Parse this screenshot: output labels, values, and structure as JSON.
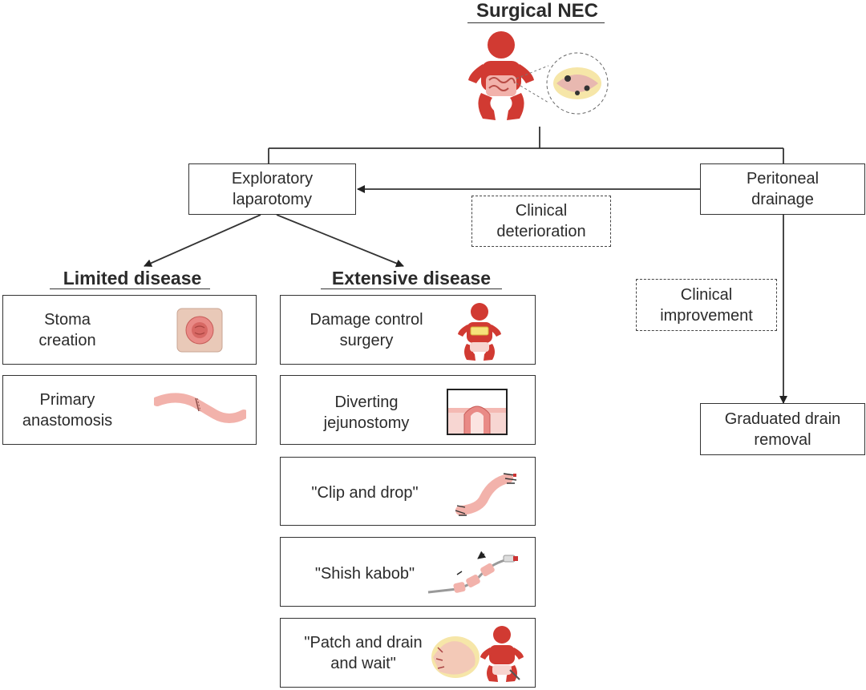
{
  "title": "Surgical NEC",
  "nodes": {
    "exploratory": "Exploratory\nlaparotomy",
    "peritoneal": "Peritoneal\ndrainage",
    "clinical_deterioration": "Clinical\ndeterioration",
    "clinical_improvement": "Clinical\nimprovement",
    "graduated": "Graduated drain\nremoval"
  },
  "limited": {
    "heading": "Limited disease",
    "items": [
      {
        "label": "Stoma\ncreation",
        "icon": "stoma-icon"
      },
      {
        "label": "Primary\nanastomosis",
        "icon": "intestine-segment-icon"
      }
    ]
  },
  "extensive": {
    "heading": "Extensive disease",
    "items": [
      {
        "label": "Damage control\nsurgery",
        "icon": "infant-abdomen-icon"
      },
      {
        "label": "Diverting\njejunostomy",
        "icon": "jejunostomy-icon"
      },
      {
        "label": "\"Clip and drop\"",
        "icon": "clipped-bowel-icon"
      },
      {
        "label": "\"Shish kabob\"",
        "icon": "bowel-on-catheter-icon"
      },
      {
        "label": "\"Patch and drain\nand wait\"",
        "icon": "patch-drain-icon"
      }
    ]
  },
  "colors": {
    "infant_red": "#d13a32",
    "intestine_pink": "#f2b2ab",
    "line": "#333333"
  }
}
